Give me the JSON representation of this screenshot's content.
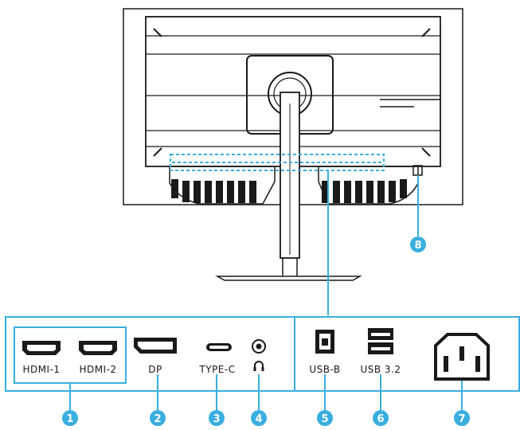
{
  "accent_color": "#3aaee0",
  "outline_color": "#1a1a1a",
  "ports": [
    {
      "label": "HDMI-1",
      "icon": "hdmi-port-icon"
    },
    {
      "label": "HDMI-2",
      "icon": "hdmi-port-icon"
    },
    {
      "label": "DP",
      "icon": "displayport-icon"
    },
    {
      "label": "TYPE-C",
      "icon": "usb-c-port-icon"
    },
    {
      "label": "",
      "icon": "headphone-icon"
    },
    {
      "label": "USB-B",
      "icon": "usb-b-port-icon"
    },
    {
      "label": "USB 3.2",
      "icon": "usb-a-port-icon"
    },
    {
      "label": "",
      "icon": "power-inlet-icon"
    }
  ],
  "callouts": [
    {
      "number": "1"
    },
    {
      "number": "2"
    },
    {
      "number": "3"
    },
    {
      "number": "4"
    },
    {
      "number": "5"
    },
    {
      "number": "6"
    },
    {
      "number": "7"
    },
    {
      "number": "8"
    }
  ]
}
